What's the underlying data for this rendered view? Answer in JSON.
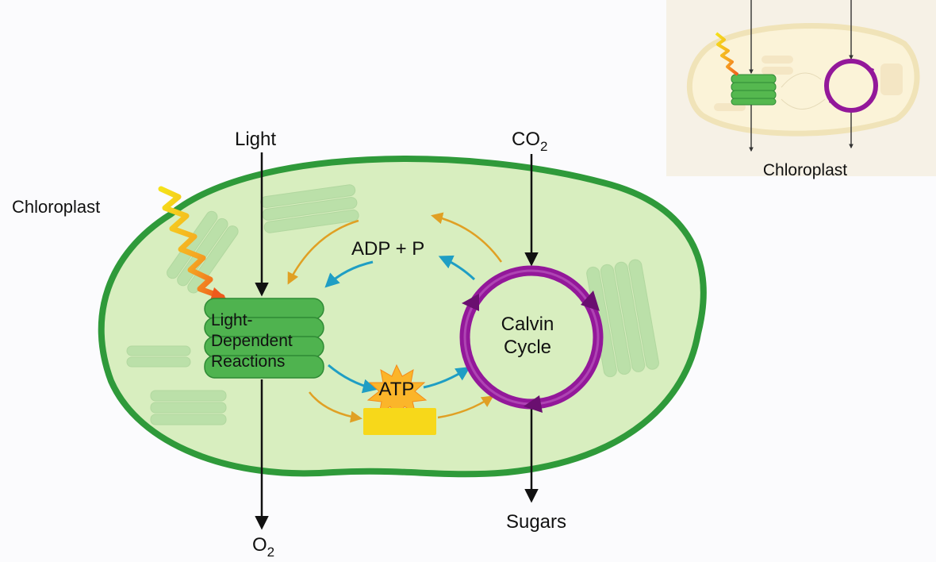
{
  "labels": {
    "chloroplast": "Chloroplast",
    "light": "Light",
    "co2_main": "CO",
    "co2_sub": "2",
    "adp": "ADP + P",
    "light_dep_1": "Light-",
    "light_dep_2": "Dependent",
    "light_dep_3": "Reactions",
    "atp": "ATP",
    "calvin_1": "Calvin",
    "calvin_2": "Cycle",
    "sugars": "Sugars",
    "o2_main": "O",
    "o2_sub": "2"
  },
  "inset": {
    "caption": "Chloroplast"
  },
  "colors": {
    "membrane": "#2f9a3a",
    "stroma": "#d8eebf",
    "thylakoid": "#4fb34f",
    "calvin": "#93189a",
    "blue_arrow": "#1f9ec4",
    "orange_arrow": "#e0a024",
    "nadph_box": "#f7d81a",
    "atp_burst": "#fbb52a",
    "sunlight": "#f0c21a"
  },
  "icons": {
    "sunlight": "zigzag-light-ray-icon",
    "atp": "starburst-icon"
  }
}
